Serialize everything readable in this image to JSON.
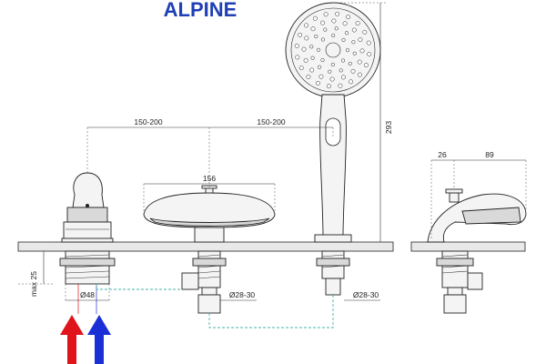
{
  "title": "ALPINE",
  "dimensions": {
    "spacing_left": "150-200",
    "spacing_right": "150-200",
    "spout_width": "156",
    "shower_height": "293",
    "side_offset": "26",
    "side_projection": "89",
    "max_thickness": "max 25",
    "hole_left": "Ø48",
    "hole_center": "Ø28-30",
    "hole_right": "Ø28-30"
  },
  "colors": {
    "hot_arrow": "#e0141b",
    "cold_arrow": "#1a2fd6",
    "title": "#1f3fb5",
    "hose": "#3fb6a8"
  },
  "icons": {
    "hot": "arrow-up-red",
    "cold": "arrow-up-blue"
  }
}
